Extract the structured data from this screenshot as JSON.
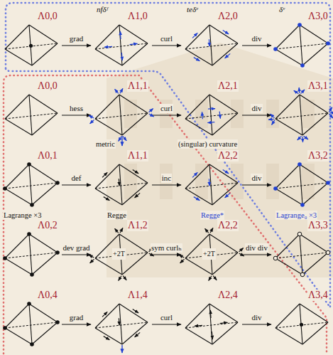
{
  "diagram": {
    "nodes": [
      {
        "text": [
          "Λ0,0"
        ]
      },
      {
        "text": [
          "Λ1,0"
        ]
      },
      {
        "text": [
          "Λ2,0"
        ]
      },
      {
        "text": [
          "Λ3,0"
        ]
      },
      {
        "text": [
          "Λ0,0"
        ]
      },
      {
        "text": [
          "Λ1,1"
        ]
      },
      {
        "text": [
          "Λ2,1"
        ]
      },
      {
        "text": [
          "Λ3,1"
        ]
      },
      {
        "text": [
          "Λ0,1"
        ]
      },
      {
        "text": [
          "Λ1,1"
        ]
      },
      {
        "text": [
          "Λ2,2"
        ]
      },
      {
        "text": [
          "Λ3,2"
        ]
      },
      {
        "text": [
          "Λ0,2"
        ]
      },
      {
        "text": [
          "Λ1,2",
          "+2T"
        ]
      },
      {
        "text": [
          "Λ2,2",
          "+2T"
        ]
      },
      {
        "text": [
          "Λ3,3"
        ]
      },
      {
        "text": [
          "Λ0,4"
        ]
      },
      {
        "text": [
          "Λ1,4"
        ]
      },
      {
        "text": [
          "Λ2,4"
        ]
      },
      {
        "text": [
          "Λ3,4"
        ]
      }
    ],
    "edges": [
      {
        "from": 0,
        "to": 1,
        "label": "grad",
        "arrow": "to"
      },
      {
        "from": 1,
        "to": 2,
        "label": "curl",
        "arrow": "to"
      },
      {
        "from": 2,
        "to": 3,
        "label": "div",
        "arrow": "to"
      },
      {
        "from": 4,
        "to": 5,
        "label": "hess",
        "arrow": "to"
      },
      {
        "from": 5,
        "to": 6,
        "label": "curl",
        "arrow": "to"
      },
      {
        "from": 6,
        "to": 7,
        "label": "div",
        "arrow": "to"
      },
      {
        "from": 8,
        "to": 9,
        "label": "def",
        "arrow": "to"
      },
      {
        "from": 9,
        "to": 10,
        "label": "inc",
        "arrow": "to"
      },
      {
        "from": 10,
        "to": 11,
        "label": "div",
        "arrow": "to"
      },
      {
        "from": 12,
        "to": 13,
        "label": "dev grad",
        "arrow": "to"
      },
      {
        "from": 13,
        "to": 14,
        "label": "sym curlₕ",
        "arrow": "to"
      },
      {
        "from": 14,
        "to": 15,
        "label": "div div",
        "arrow": "to"
      },
      {
        "from": 16,
        "to": 17,
        "label": "grad",
        "arrow": "to"
      },
      {
        "from": 17,
        "to": 18,
        "label": "curl",
        "arrow": "to"
      },
      {
        "from": 18,
        "to": 19,
        "label": "div",
        "arrow": "to"
      }
    ],
    "labels": [
      "nfδᶠ",
      "teδᵉ",
      "δᵛ",
      "metric",
      "(singular) curvature",
      "Lagrange ×3",
      "Regge",
      "Regge*",
      "Lagrange₀ ×3"
    ]
  }
}
